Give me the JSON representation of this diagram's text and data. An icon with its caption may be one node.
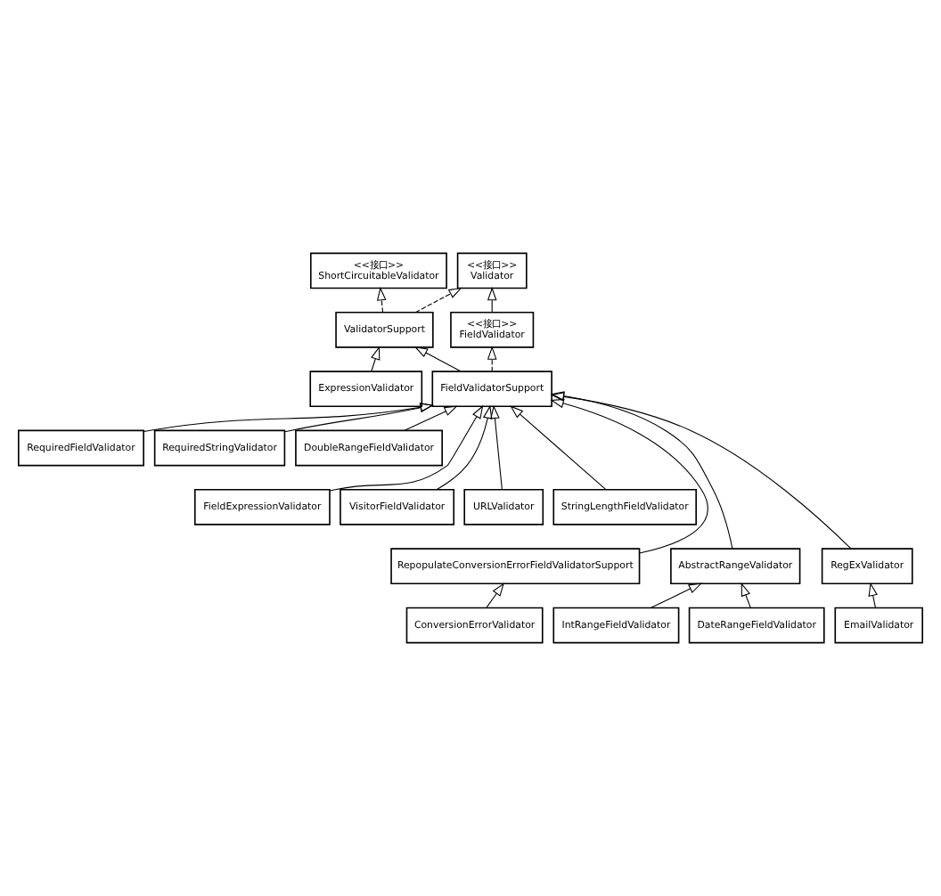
{
  "diagram": {
    "nodes": [
      {
        "text": [
          "<<接口>>",
          "ShortCircuitableValidator"
        ]
      },
      {
        "text": [
          "<<接口>>",
          "Validator"
        ]
      },
      {
        "text": [
          "ValidatorSupport"
        ]
      },
      {
        "text": [
          "<<接口>>",
          "FieldValidator"
        ]
      },
      {
        "text": [
          "ExpressionValidator"
        ]
      },
      {
        "text": [
          "FieldValidatorSupport"
        ]
      },
      {
        "text": [
          "RequiredFieldValidator"
        ]
      },
      {
        "text": [
          "RequiredStringValidator"
        ]
      },
      {
        "text": [
          "DoubleRangeFieldValidator"
        ]
      },
      {
        "text": [
          "FieldExpressionValidator"
        ]
      },
      {
        "text": [
          "VisitorFieldValidator"
        ]
      },
      {
        "text": [
          "URLValidator"
        ]
      },
      {
        "text": [
          "StringLengthFieldValidator"
        ]
      },
      {
        "text": [
          "RepopulateConversionErrorFieldValidatorSupport"
        ]
      },
      {
        "text": [
          "AbstractRangeValidator"
        ]
      },
      {
        "text": [
          "RegExValidator"
        ]
      },
      {
        "text": [
          "ConversionErrorValidator"
        ]
      },
      {
        "text": [
          "IntRangeFieldValidator"
        ]
      },
      {
        "text": [
          "DateRangeFieldValidator"
        ]
      },
      {
        "text": [
          "EmailValidator"
        ]
      }
    ],
    "edges": [
      {
        "from": 2,
        "to": 0,
        "arrow": "to",
        "style": "dashed"
      },
      {
        "from": 2,
        "to": 1,
        "arrow": "to",
        "style": "dashed"
      },
      {
        "from": 3,
        "to": 1,
        "arrow": "to"
      },
      {
        "from": 4,
        "to": 2,
        "arrow": "to"
      },
      {
        "from": 5,
        "to": 2,
        "arrow": "to"
      },
      {
        "from": 5,
        "to": 3,
        "arrow": "to",
        "style": "dashed"
      },
      {
        "from": 6,
        "to": 5,
        "arrow": "to"
      },
      {
        "from": 7,
        "to": 5,
        "arrow": "to"
      },
      {
        "from": 8,
        "to": 5,
        "arrow": "to"
      },
      {
        "from": 9,
        "to": 5,
        "arrow": "to"
      },
      {
        "from": 10,
        "to": 5,
        "arrow": "to"
      },
      {
        "from": 11,
        "to": 5,
        "arrow": "to"
      },
      {
        "from": 12,
        "to": 5,
        "arrow": "to"
      },
      {
        "from": 13,
        "to": 5,
        "arrow": "to"
      },
      {
        "from": 14,
        "to": 5,
        "arrow": "to"
      },
      {
        "from": 15,
        "to": 5,
        "arrow": "to"
      },
      {
        "from": 16,
        "to": 13,
        "arrow": "to"
      },
      {
        "from": 17,
        "to": 14,
        "arrow": "to"
      },
      {
        "from": 18,
        "to": 14,
        "arrow": "to"
      },
      {
        "from": 19,
        "to": 15,
        "arrow": "to"
      }
    ]
  }
}
